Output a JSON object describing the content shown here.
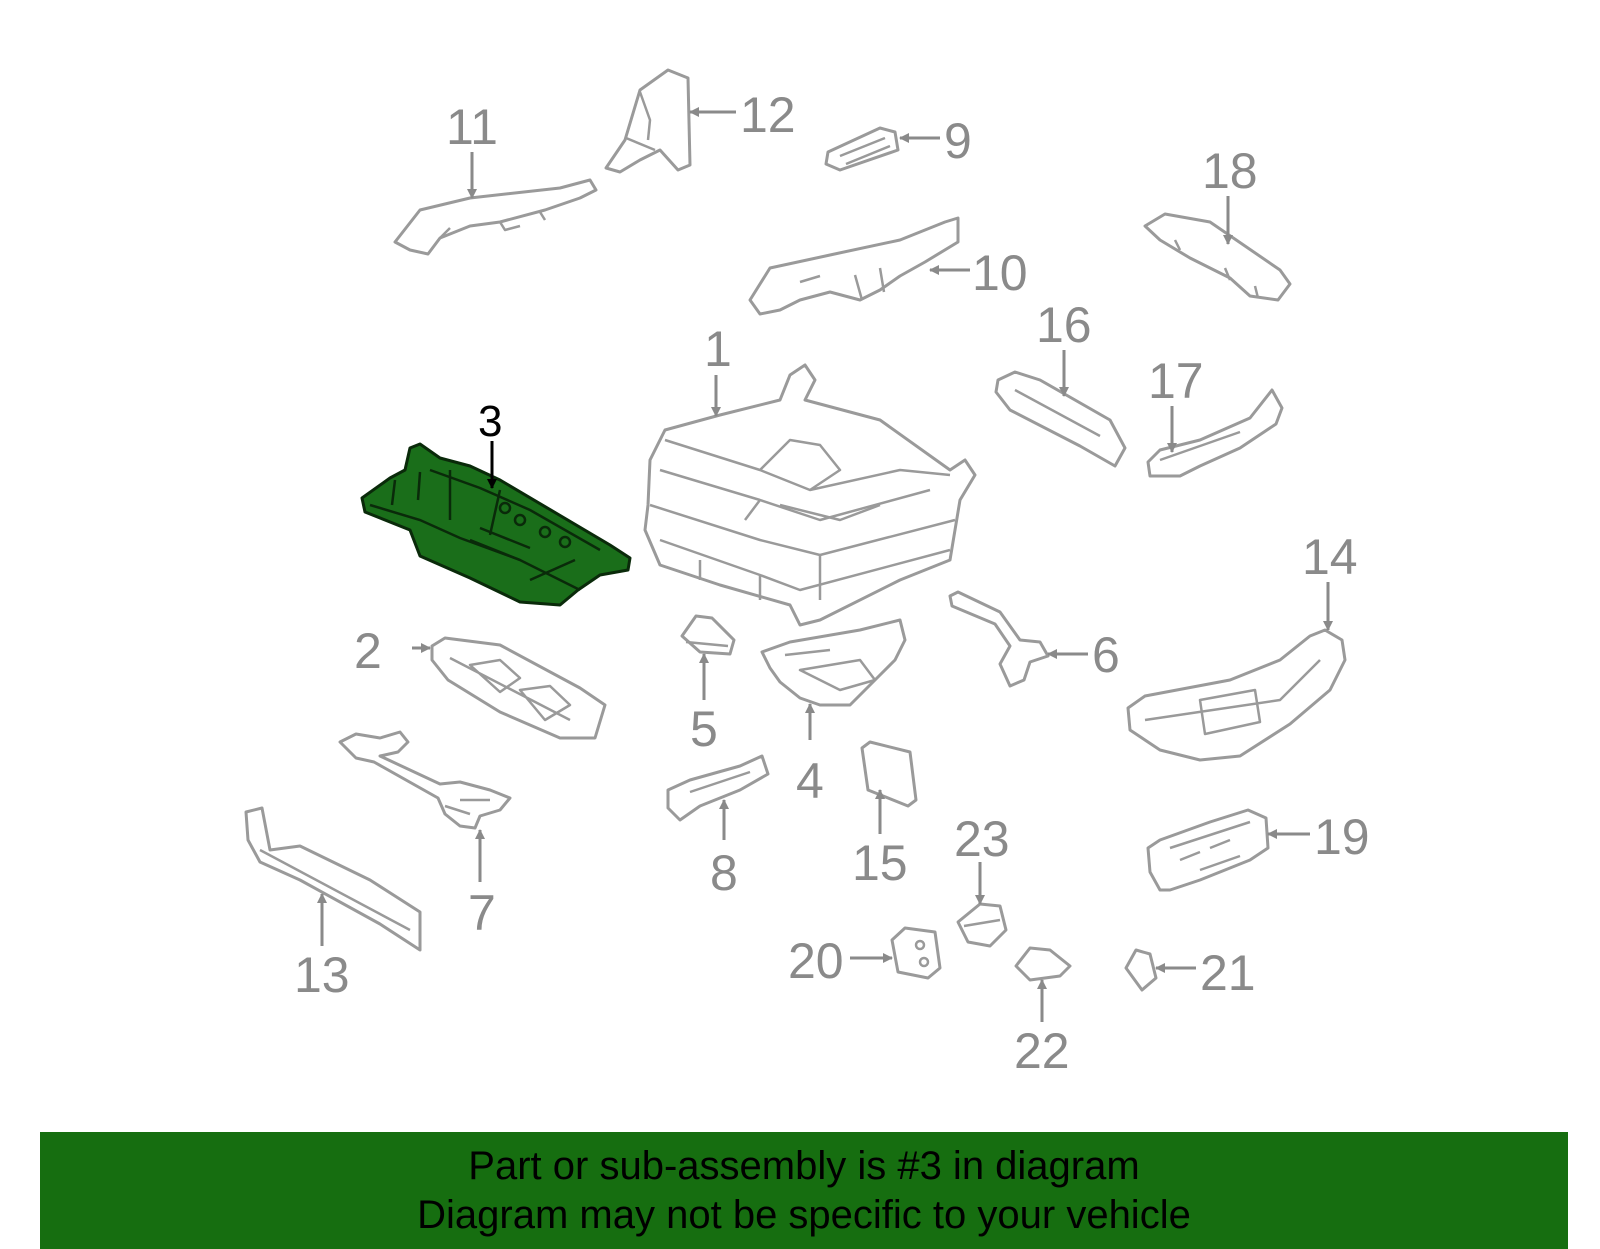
{
  "diagram": {
    "highlighted_part": "3",
    "colors": {
      "highlight": "#1a6e1a",
      "line": "#9a9a9a",
      "banner": "#166e10"
    },
    "callouts": [
      {
        "id": "c1",
        "label": "1"
      },
      {
        "id": "c2",
        "label": "2"
      },
      {
        "id": "c3",
        "label": "3"
      },
      {
        "id": "c4",
        "label": "4"
      },
      {
        "id": "c5",
        "label": "5"
      },
      {
        "id": "c6",
        "label": "6"
      },
      {
        "id": "c7",
        "label": "7"
      },
      {
        "id": "c8",
        "label": "8"
      },
      {
        "id": "c9",
        "label": "9"
      },
      {
        "id": "c10",
        "label": "10"
      },
      {
        "id": "c11",
        "label": "11"
      },
      {
        "id": "c12",
        "label": "12"
      },
      {
        "id": "c13",
        "label": "13"
      },
      {
        "id": "c14",
        "label": "14"
      },
      {
        "id": "c15",
        "label": "15"
      },
      {
        "id": "c16",
        "label": "16"
      },
      {
        "id": "c17",
        "label": "17"
      },
      {
        "id": "c18",
        "label": "18"
      },
      {
        "id": "c19",
        "label": "19"
      },
      {
        "id": "c20",
        "label": "20"
      },
      {
        "id": "c21",
        "label": "21"
      },
      {
        "id": "c22",
        "label": "22"
      },
      {
        "id": "c23",
        "label": "23"
      }
    ]
  },
  "banner": {
    "line1": "Part or sub-assembly is #3 in diagram",
    "line2": "Diagram may not be specific to your vehicle"
  }
}
